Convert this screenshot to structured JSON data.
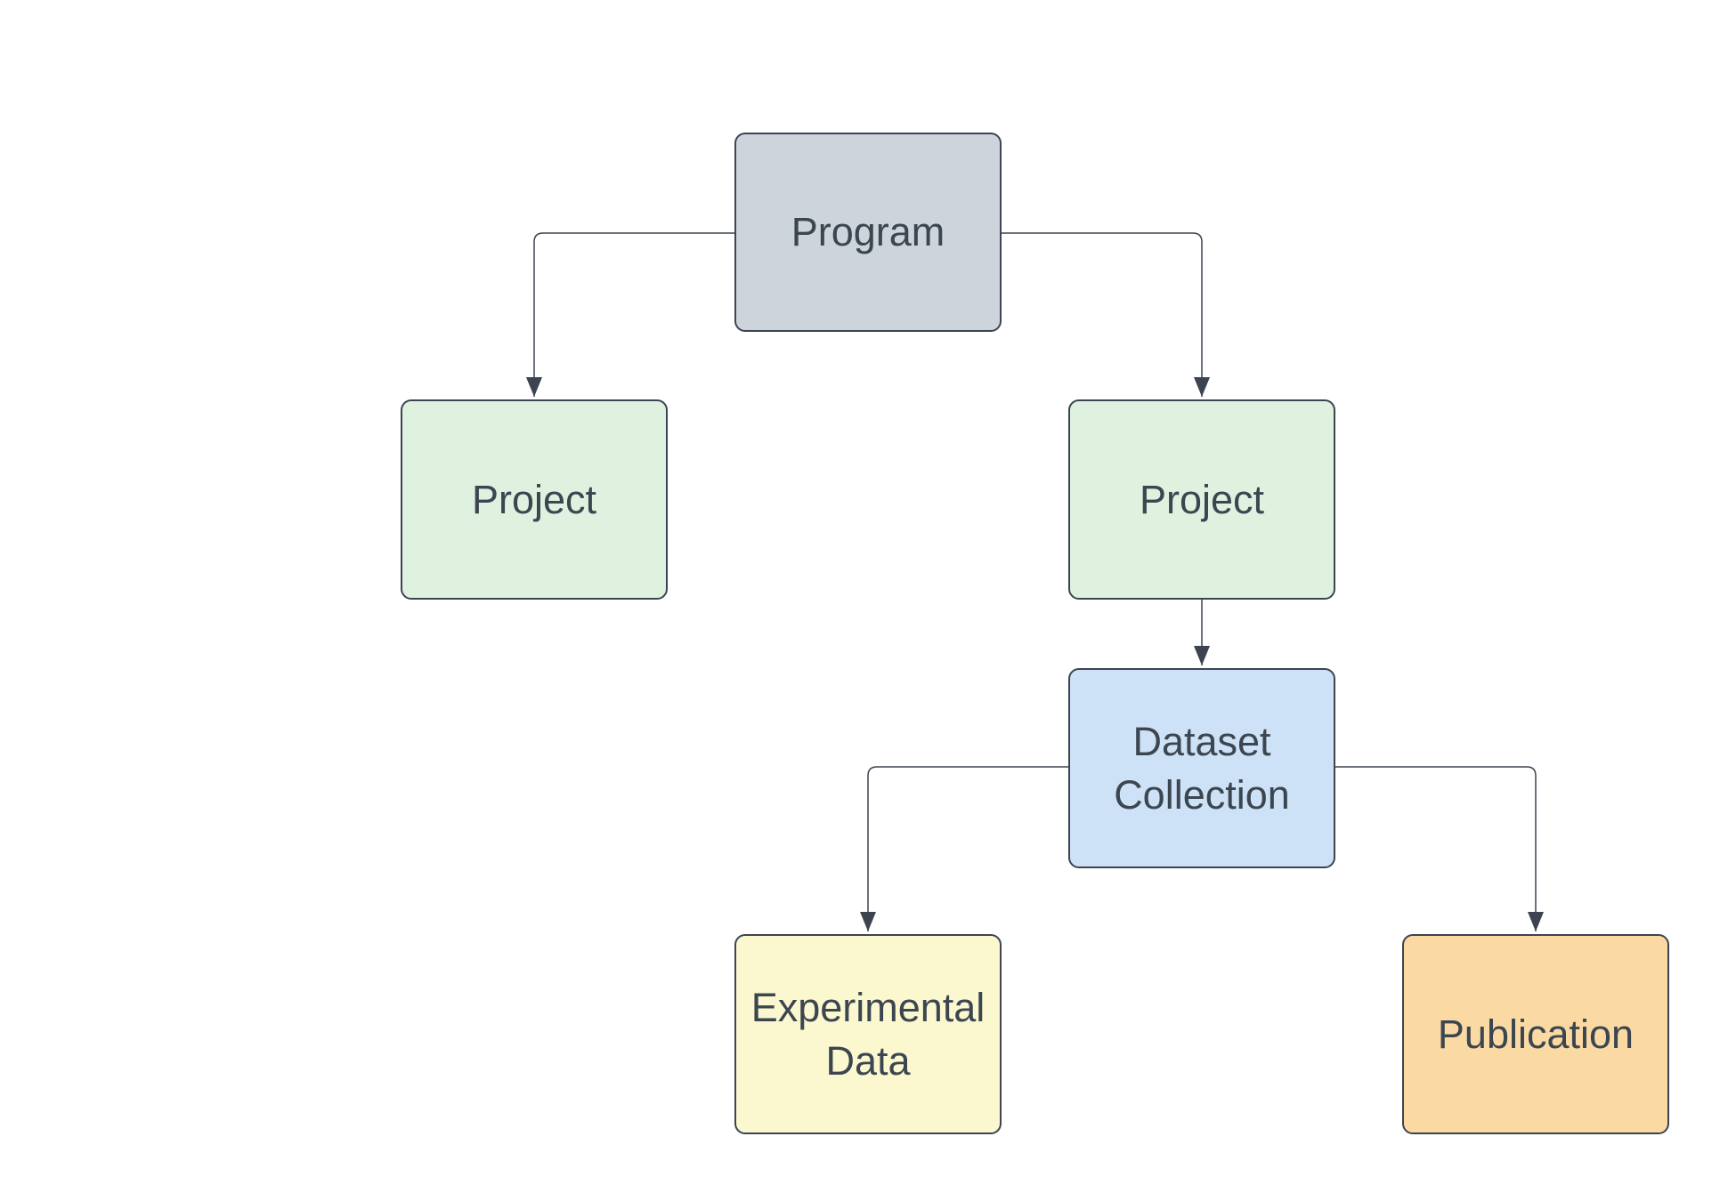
{
  "diagram": {
    "background_color": "#ffffff",
    "stroke_color": "#3b4450",
    "text_color": "#3c4650",
    "nodes": [
      {
        "id": "program",
        "label": "Program",
        "fill": "#ced4dc"
      },
      {
        "id": "project-left",
        "label": "Project",
        "fill": "#dff2df"
      },
      {
        "id": "project-right",
        "label": "Project",
        "fill": "#dff2df"
      },
      {
        "id": "dataset-collection",
        "label": "Dataset Collection",
        "fill": "#cde1f7"
      },
      {
        "id": "experimental-data",
        "label": "Experimental Data",
        "fill": "#fbf8cf"
      },
      {
        "id": "publication",
        "label": "Publication",
        "fill": "#fbd9a3"
      }
    ],
    "edges": [
      {
        "from": "Program",
        "to": "Project (left)"
      },
      {
        "from": "Program",
        "to": "Project (right)"
      },
      {
        "from": "Project (right)",
        "to": "Dataset Collection"
      },
      {
        "from": "Dataset Collection",
        "to": "Experimental Data"
      },
      {
        "from": "Dataset Collection",
        "to": "Publication"
      }
    ]
  }
}
